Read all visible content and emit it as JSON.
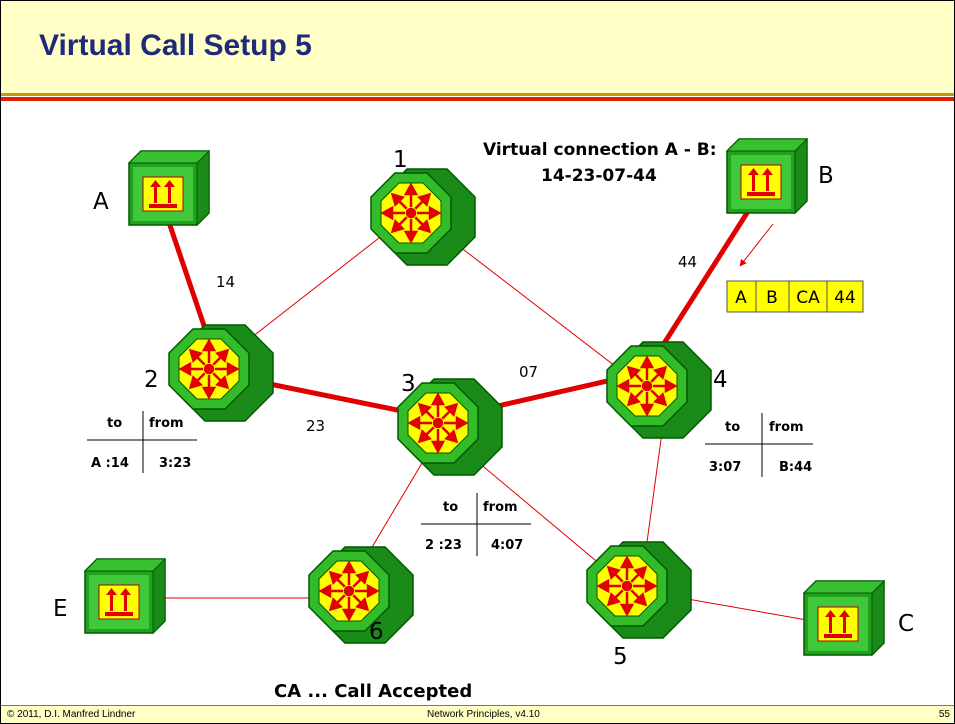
{
  "slide": {
    "title": "Virtual Call Setup 5",
    "footer": {
      "left": "© 2011, D.I. Manfred Lindner",
      "center": "Network Principles, v4.10",
      "page": "55"
    }
  },
  "diagram": {
    "hosts": {
      "A": "A",
      "B": "B",
      "C": "C",
      "E": "E"
    },
    "switches": {
      "s1": "1",
      "s2": "2",
      "s3": "3",
      "s4": "4",
      "s5": "5",
      "s6": "6"
    },
    "link_labels": {
      "a2": "14",
      "s2s3": "23",
      "s3s4": "07",
      "s4b": "44"
    },
    "connection": {
      "line1": "Virtual connection A - B:",
      "line2": "14-23-07-44"
    },
    "packet": [
      "A",
      "B",
      "CA",
      "44"
    ],
    "tables": {
      "t2": {
        "h1": "to",
        "h2": "from",
        "v1": "A :14",
        "v2": "3:23"
      },
      "t3": {
        "h1": "to",
        "h2": "from",
        "v1": "2 :23",
        "v2": "4:07"
      },
      "t4": {
        "h1": "to",
        "h2": "from",
        "v1": "3:07",
        "v2": "B:44"
      }
    },
    "note": "CA ... Call Accepted"
  }
}
